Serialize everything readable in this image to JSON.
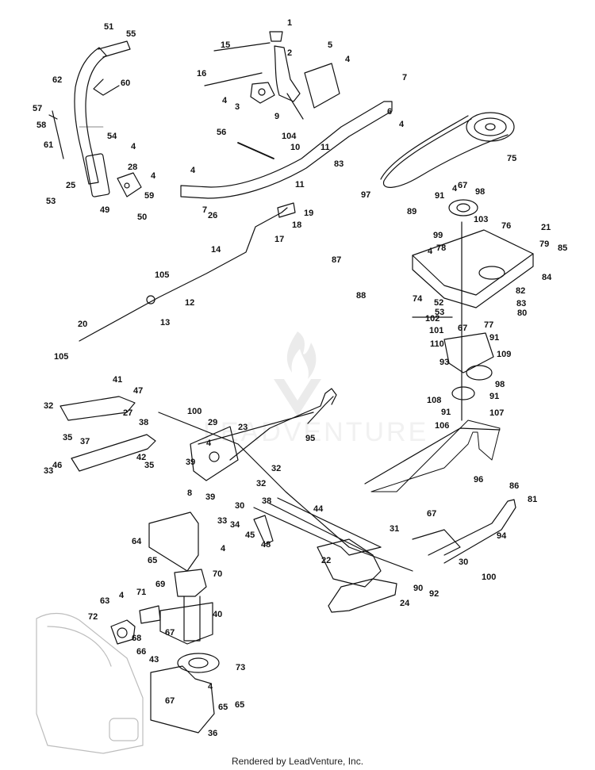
{
  "watermark": {
    "text": "LEADVENTURE"
  },
  "footer": {
    "text": "Rendered by LeadVenture, Inc."
  },
  "callouts": [
    "1",
    "2",
    "3",
    "4",
    "4",
    "4",
    "4",
    "4",
    "4",
    "4",
    "4",
    "4",
    "4",
    "4",
    "4",
    "5",
    "6",
    "7",
    "7",
    "8",
    "9",
    "10",
    "11",
    "11",
    "12",
    "13",
    "14",
    "15",
    "16",
    "17",
    "18",
    "19",
    "20",
    "21",
    "22",
    "23",
    "24",
    "25",
    "26",
    "27",
    "28",
    "29",
    "30",
    "30",
    "31",
    "32",
    "32",
    "32",
    "33",
    "33",
    "34",
    "35",
    "35",
    "36",
    "37",
    "38",
    "38",
    "39",
    "39",
    "40",
    "41",
    "42",
    "43",
    "44",
    "45",
    "46",
    "47",
    "48",
    "49",
    "50",
    "51",
    "52",
    "53",
    "53",
    "54",
    "55",
    "56",
    "57",
    "58",
    "59",
    "60",
    "61",
    "62",
    "63",
    "64",
    "65",
    "65",
    "65",
    "66",
    "67",
    "67",
    "67",
    "67",
    "67",
    "68",
    "69",
    "70",
    "71",
    "72",
    "73",
    "74",
    "75",
    "76",
    "77",
    "78",
    "79",
    "80",
    "81",
    "82",
    "83",
    "83",
    "84",
    "85",
    "86",
    "87",
    "88",
    "89",
    "90",
    "91",
    "91",
    "91",
    "91",
    "92",
    "93",
    "94",
    "95",
    "96",
    "97",
    "98",
    "98",
    "99",
    "100",
    "100",
    "101",
    "102",
    "103",
    "104",
    "105",
    "105",
    "106",
    "107",
    "108",
    "109",
    "110"
  ]
}
